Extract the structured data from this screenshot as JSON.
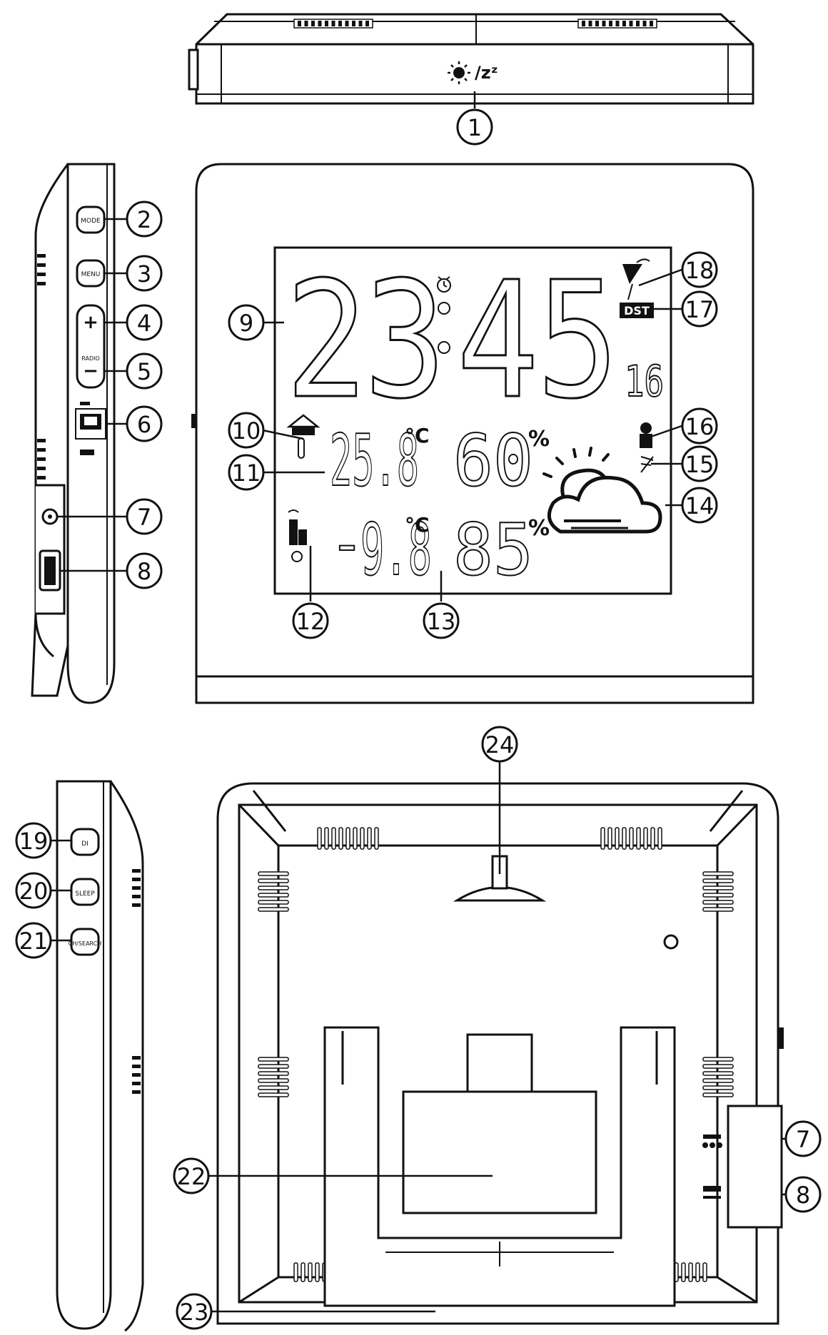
{
  "figure": {
    "top_view": {
      "button_symbol": "☼/zᶻ"
    },
    "lcd": {
      "time": [
        "2",
        "3",
        "4",
        "5"
      ],
      "seconds": "16",
      "indoor_temp": "25.8",
      "indoor_humidity": "60",
      "outdoor_sign": "-",
      "outdoor_temp": "9.8",
      "outdoor_humidity": "85",
      "temp_unit": "°C",
      "humidity_unit": "%",
      "dst_label": "DST"
    },
    "callouts": [
      "1",
      "2",
      "3",
      "4",
      "5",
      "6",
      "7",
      "8",
      "9",
      "10",
      "11",
      "12",
      "13",
      "14",
      "15",
      "16",
      "17",
      "18",
      "19",
      "20",
      "21",
      "22",
      "23",
      "24",
      "7",
      "8"
    ]
  }
}
